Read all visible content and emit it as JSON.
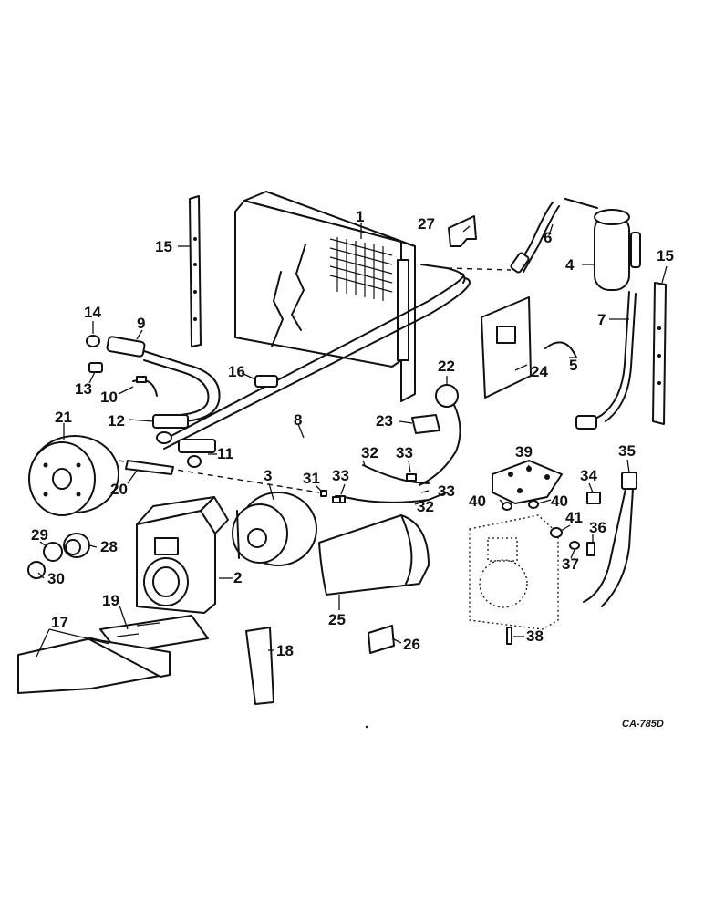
{
  "callouts": {
    "c1": "1",
    "c2": "2",
    "c3": "3",
    "c4": "4",
    "c5": "5",
    "c6": "6",
    "c7": "7",
    "c8": "8",
    "c9": "9",
    "c10": "10",
    "c11": "11",
    "c12": "12",
    "c13": "13",
    "c14": "14",
    "c15a": "15",
    "c15b": "15",
    "c16": "16",
    "c17": "17",
    "c18": "18",
    "c19": "19",
    "c20": "20",
    "c21": "21",
    "c22": "22",
    "c23": "23",
    "c24": "24",
    "c25": "25",
    "c26": "26",
    "c27": "27",
    "c28": "28",
    "c29": "29",
    "c30": "30",
    "c31": "31",
    "c32a": "32",
    "c32b": "32",
    "c33a": "33",
    "c33b": "33",
    "c33c": "33",
    "c34": "34",
    "c35": "35",
    "c36": "36",
    "c37": "37",
    "c38": "38",
    "c39": "39",
    "c40a": "40",
    "c40b": "40",
    "c41": "41"
  },
  "figure_code": "CA-785D"
}
